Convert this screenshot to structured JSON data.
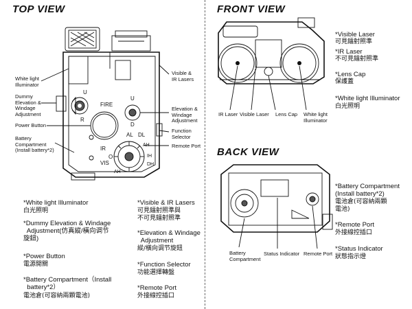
{
  "views": {
    "top": {
      "title": "TOP  VIEW"
    },
    "front": {
      "title": "FRONT VIEW"
    },
    "back": {
      "title": "BACK VIEW"
    }
  },
  "top_view": {
    "callouts": {
      "white_light": "White light\nIlluminator",
      "dummy": "Dummy\nElevation &\nWindage\nAdjustment",
      "power": "Power Button",
      "battery": "Battery\nCompartment\n(Install battery*2)",
      "visible_ir": "Visible &\nIR Lasers",
      "elevation": "Elevation &\nWindage\nAdjustment",
      "function": "Function\nSelector",
      "remote": "Remote Port"
    },
    "marks": {
      "fire": "FIRE",
      "u_left": "U",
      "r": "R",
      "u_right": "U",
      "d": "D",
      "al": "AL",
      "dl": "DL",
      "ir": "IR",
      "o": "O",
      "vis": "VIS",
      "ah1": "AH",
      "ih": "IH",
      "dh": "DH",
      "ah2": "AH"
    }
  },
  "front_view": {
    "callouts": {
      "ir_laser": "IR Laser",
      "visible_laser": "Visible Laser",
      "lens_cap": "Lens Cap",
      "white_light": "White light\nIlluminator"
    },
    "legend": [
      {
        "en": "*Visible Laser",
        "zh": "可見鐳射照準"
      },
      {
        "en": "*IR Laser",
        "zh": "不可見鐳射照準"
      },
      {
        "en": "*Lens Cap",
        "zh": "保護蓋"
      },
      {
        "en": "*White light Illuminator",
        "zh": "白光照明"
      }
    ]
  },
  "back_view": {
    "callouts": {
      "battery": "Battery\nCompartment",
      "status": "Status Indicator",
      "remote": "Remote Port"
    },
    "legend": [
      {
        "en": "*Battery Compartment\n(Install battery*2)",
        "zh": "電池倉(可容納兩顆\n電池)"
      },
      {
        "en": "*Remote Port",
        "zh": "外接線控插口"
      },
      {
        "en": "*Status Indicator",
        "zh": "狀態指示燈"
      }
    ]
  },
  "legend_left": [
    {
      "en": "*White light Illuminator",
      "zh": "白光照明"
    },
    {
      "en": "*Dummy Elevation & Windage\n  Adjustment(仿真縱/橫向调节\n旋鈕)",
      "zh": ""
    },
    {
      "en": "*Power Button",
      "zh": "電源開關"
    },
    {
      "en": "*Battery Compartment（Install\n  battery*2）",
      "zh": "電池倉(可容納兩顆電池)"
    }
  ],
  "legend_mid": [
    {
      "en": "*Visible & IR Lasers",
      "zh": "可見鐳射照準與\n不可見鐳射照準"
    },
    {
      "en": "*Elevation & Windage\n  Adjustment",
      "zh": "縱/橫向调节旋鈕"
    },
    {
      "en": "*Function Selector",
      "zh": "功能選擇轉盤"
    },
    {
      "en": "*Remote Port",
      "zh": "外接線控插口"
    }
  ]
}
